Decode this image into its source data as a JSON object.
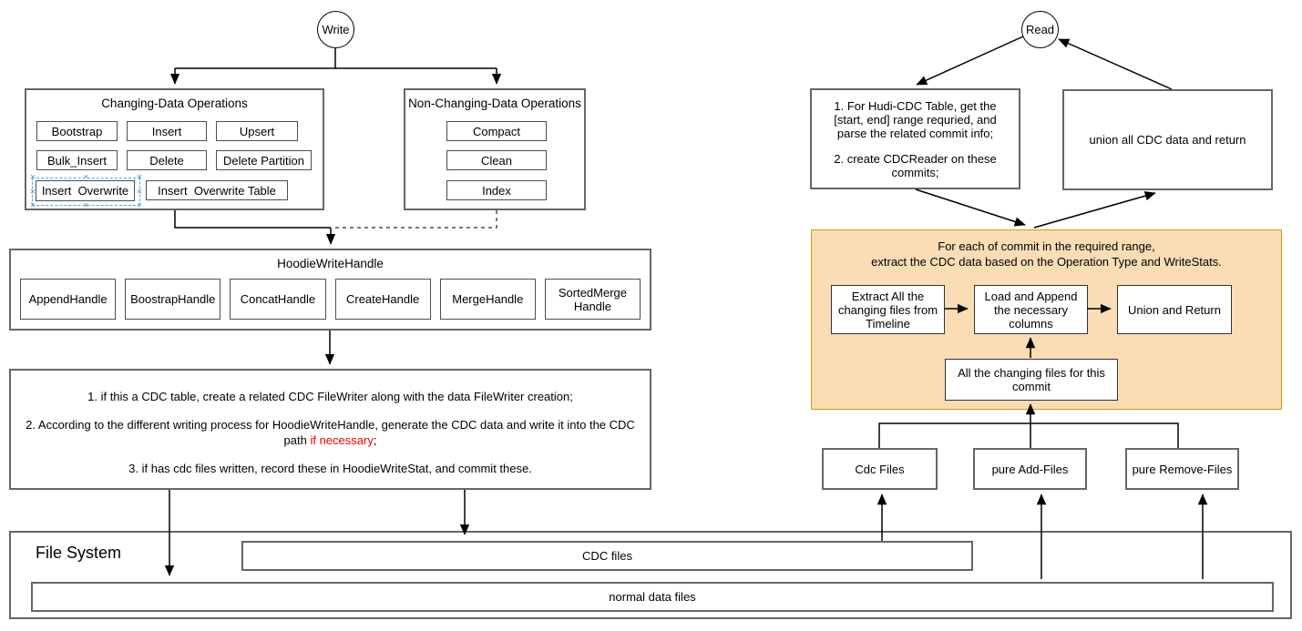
{
  "write_section": {
    "write_circle_label": "Write",
    "changing_ops": {
      "title": "Changing-Data Operations",
      "ops": [
        "Bootstrap",
        "Insert",
        "Upsert",
        "Bulk_Insert",
        "Delete",
        "Delete Partition",
        "Insert  Overwrite",
        "Insert  Overwrite Table"
      ],
      "selected_op": "Insert  Overwrite"
    },
    "non_changing_ops": {
      "title": "Non-Changing-Data Operations",
      "ops": [
        "Compact",
        "Clean",
        "Index"
      ]
    },
    "write_handle": {
      "title": "HoodieWriteHandle",
      "handles": [
        "AppendHandle",
        "BoostrapHandle",
        "ConcatHandle",
        "CreateHandle",
        "MergeHandle",
        "SortedMerge Handle"
      ]
    },
    "write_steps": {
      "step1": "1. if this a CDC table, create a related CDC FileWriter along with the data FileWriter creation;",
      "step2_pre": "2. According to the different writing process for HoodieWriteHandle, generate the CDC data and write it into the CDC path ",
      "step2_red": "if necessary",
      "step2_post": ";",
      "step3": "3. if has cdc files written, record these in HoodieWriteStat, and commit these."
    }
  },
  "read_section": {
    "read_circle_label": "Read",
    "prepare_box": {
      "para1": "1. For Hudi-CDC Table, get the [start, end] range requried, and parse the related commit info;",
      "para2": "2. create CDCReader on these commits;"
    },
    "union_box": "union all CDC data and return",
    "per_commit": {
      "title_line1": "For each of commit in the required range,",
      "title_line2": "extract the CDC data based on the Operation Type and WriteStats.",
      "extract_box": "Extract All the changing files from Timeline",
      "load_box": "Load and Append the necessary columns",
      "union_return_box": "Union and Return",
      "changing_files_box": "All the changing files for this commit"
    },
    "file_type_boxes": [
      "Cdc Files",
      "pure Add-Files",
      "pure Remove-Files"
    ]
  },
  "file_system": {
    "title": "File System",
    "cdc_files_label": "CDC files",
    "normal_files_label": "normal data files"
  },
  "colors": {
    "orange_fill": "#fadcb5",
    "orange_border": "#d79b00",
    "selection_blue": "#56a0e6",
    "red_text": "#f50000",
    "container_border": "#666666"
  }
}
